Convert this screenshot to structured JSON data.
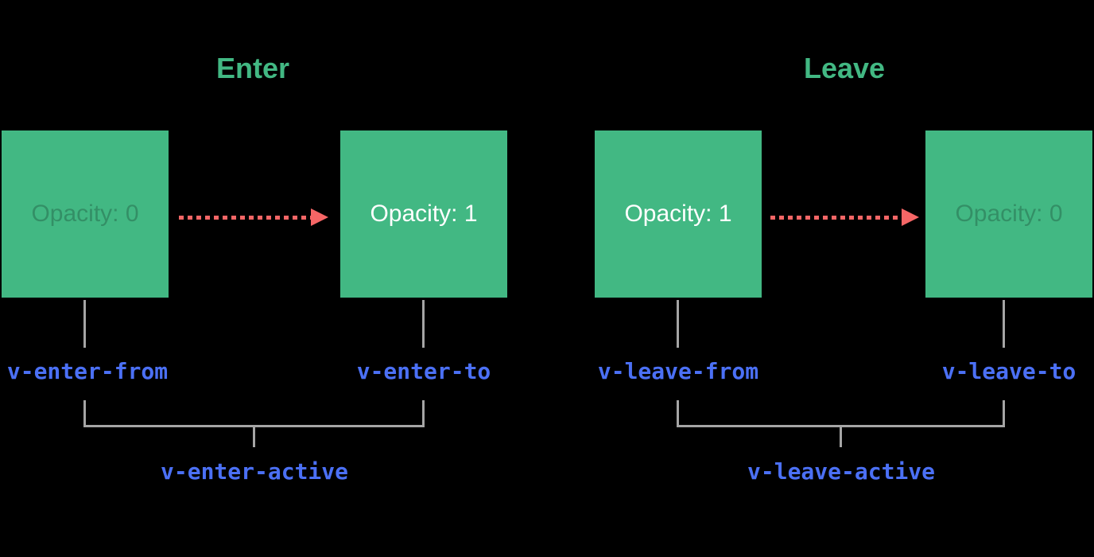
{
  "colors": {
    "background": "#000000",
    "box_green": "#42b883",
    "title_green": "#42b883",
    "arrow_red": "#f66666",
    "class_blue": "#4b70f5",
    "connector_gray": "#a5a5a5",
    "box_text_solid": "#ffffff",
    "box_text_faded": "rgba(0,0,0,0.22)"
  },
  "enter": {
    "title": "Enter",
    "from_box_label": "Opacity: 0",
    "to_box_label": "Opacity: 1",
    "from_class": "v-enter-from",
    "to_class": "v-enter-to",
    "active_class": "v-enter-active"
  },
  "leave": {
    "title": "Leave",
    "from_box_label": "Opacity: 1",
    "to_box_label": "Opacity: 0",
    "from_class": "v-leave-from",
    "to_class": "v-leave-to",
    "active_class": "v-leave-active"
  }
}
